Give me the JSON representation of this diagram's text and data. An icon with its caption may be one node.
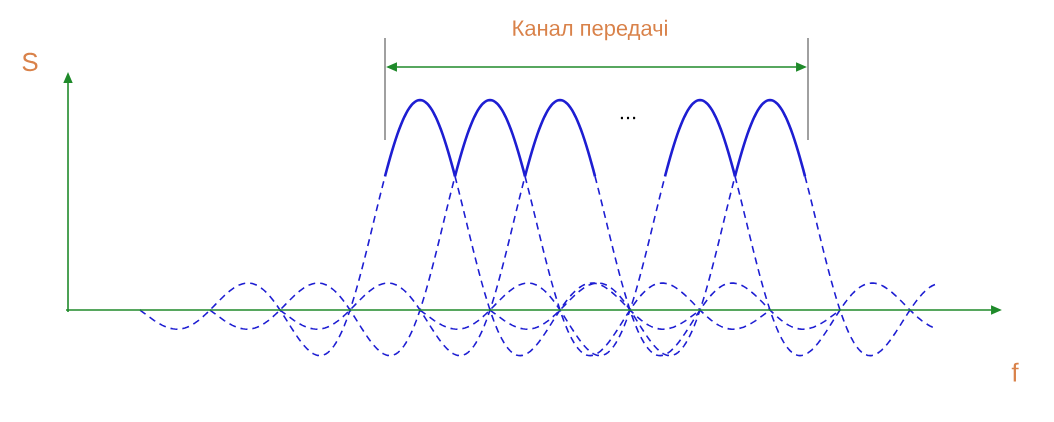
{
  "diagram": {
    "labels": [
      "Канал передачі",
      "S",
      "...",
      "f"
    ]
  }
}
